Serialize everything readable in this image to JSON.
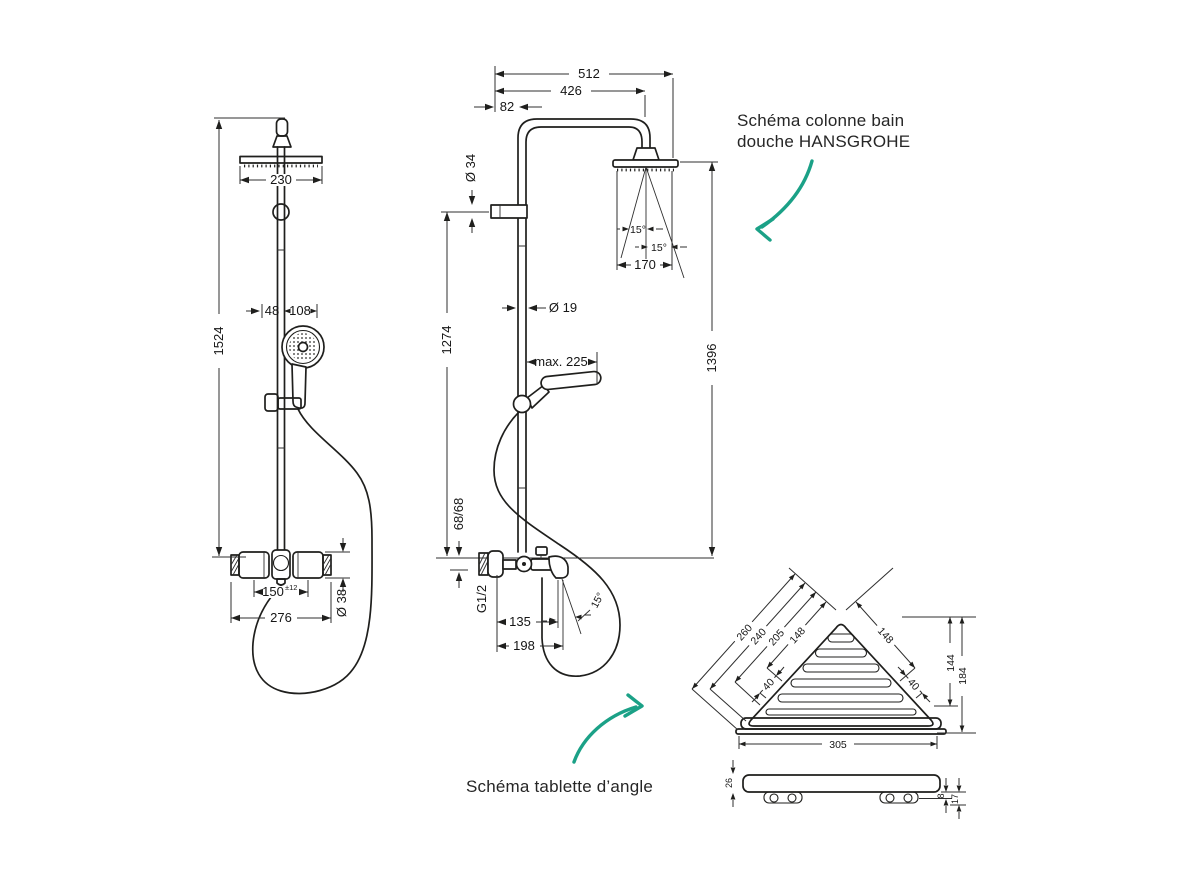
{
  "page": {
    "background": "#ffffff"
  },
  "colors": {
    "ink": "#1f1f1d",
    "dim_line": "#2f2f2f",
    "accent": "#1ba187",
    "text": "#262626"
  },
  "captions": {
    "colonne": {
      "line1": "Schéma colonne bain",
      "line2": "douche HANSGROHE"
    },
    "tablette": "Schéma tablette d’angle"
  },
  "front_view": {
    "height": "1524",
    "head_width": "230",
    "grip_offset": "48",
    "handshower_width": "108",
    "valve_centers": "150",
    "tolerance": "±12",
    "valve_width": "276",
    "handle_diameter": "Ø 38"
  },
  "side_view": {
    "total_depth": "512",
    "arm_reach": "426",
    "wall_offset": "82",
    "bracket_diameter": "Ø 34",
    "spray_angle_left": "15°",
    "spray_angle_right": "15°",
    "spray_width": "170",
    "pole_height": "1274",
    "head_height": "1396",
    "pipe_diameter": "Ø 19",
    "slide_range": "max. 225",
    "union_offset": "68/68",
    "thread": "G1/2",
    "spout_reach": "135",
    "spout_total": "198",
    "spout_angle": "15°"
  },
  "shelf": {
    "edge_total": "260",
    "edge": "240",
    "edge_inner": "205",
    "slot_zone_left": "148",
    "step_left": "40",
    "slot_zone_right": "148",
    "step_right": "40",
    "depth_inner": "144",
    "depth_total": "184",
    "front_width": "305",
    "thickness": "26",
    "foot_offset": "8",
    "foot_height": "17"
  }
}
